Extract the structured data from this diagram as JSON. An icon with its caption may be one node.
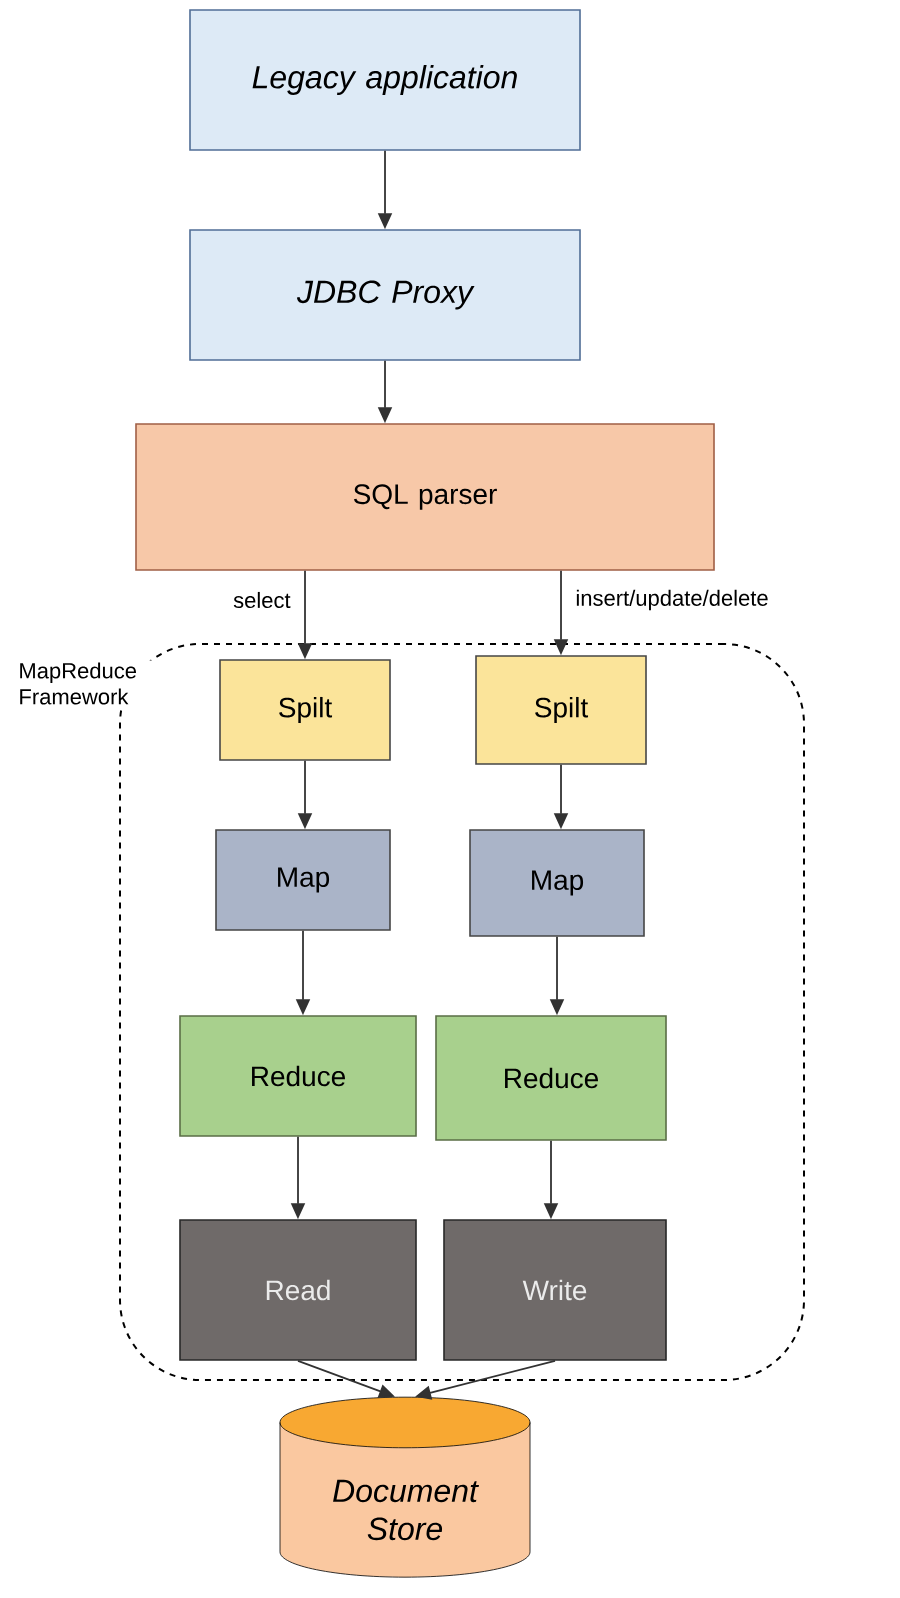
{
  "diagram": {
    "nodes": [
      {
        "text": [
          "Legacy application"
        ]
      },
      {
        "text": [
          "JDBC Proxy"
        ]
      },
      {
        "text": [
          "SQL parser"
        ]
      },
      {
        "text": [
          "MapReduce Framework"
        ]
      },
      {
        "text": [
          "Spilt"
        ],
        "in": 3
      },
      {
        "text": [
          "Spilt"
        ],
        "in": 3
      },
      {
        "text": [
          "Map"
        ],
        "in": 3
      },
      {
        "text": [
          "Map"
        ],
        "in": 3
      },
      {
        "text": [
          "Reduce"
        ],
        "in": 3
      },
      {
        "text": [
          "Reduce"
        ],
        "in": 3
      },
      {
        "text": [
          "Read"
        ],
        "in": 3
      },
      {
        "text": [
          "Write"
        ],
        "in": 3
      },
      {
        "text": [
          "Document Store"
        ]
      }
    ],
    "edges": [
      {
        "from": 0,
        "to": 1,
        "arrow": "to"
      },
      {
        "from": 1,
        "to": 2,
        "arrow": "to"
      },
      {
        "from": 2,
        "to": 4,
        "arrow": "to",
        "label": "select"
      },
      {
        "from": 2,
        "to": 5,
        "arrow": "to",
        "label": "insert/update/delete"
      },
      {
        "from": 4,
        "to": 6,
        "arrow": "to"
      },
      {
        "from": 5,
        "to": 7,
        "arrow": "to"
      },
      {
        "from": 6,
        "to": 8,
        "arrow": "to"
      },
      {
        "from": 7,
        "to": 9,
        "arrow": "to"
      },
      {
        "from": 8,
        "to": 10,
        "arrow": "to"
      },
      {
        "from": 9,
        "to": 11,
        "arrow": "to"
      },
      {
        "from": 10,
        "to": 12,
        "arrow": "to"
      },
      {
        "from": 11,
        "to": 12,
        "arrow": "to"
      }
    ]
  }
}
